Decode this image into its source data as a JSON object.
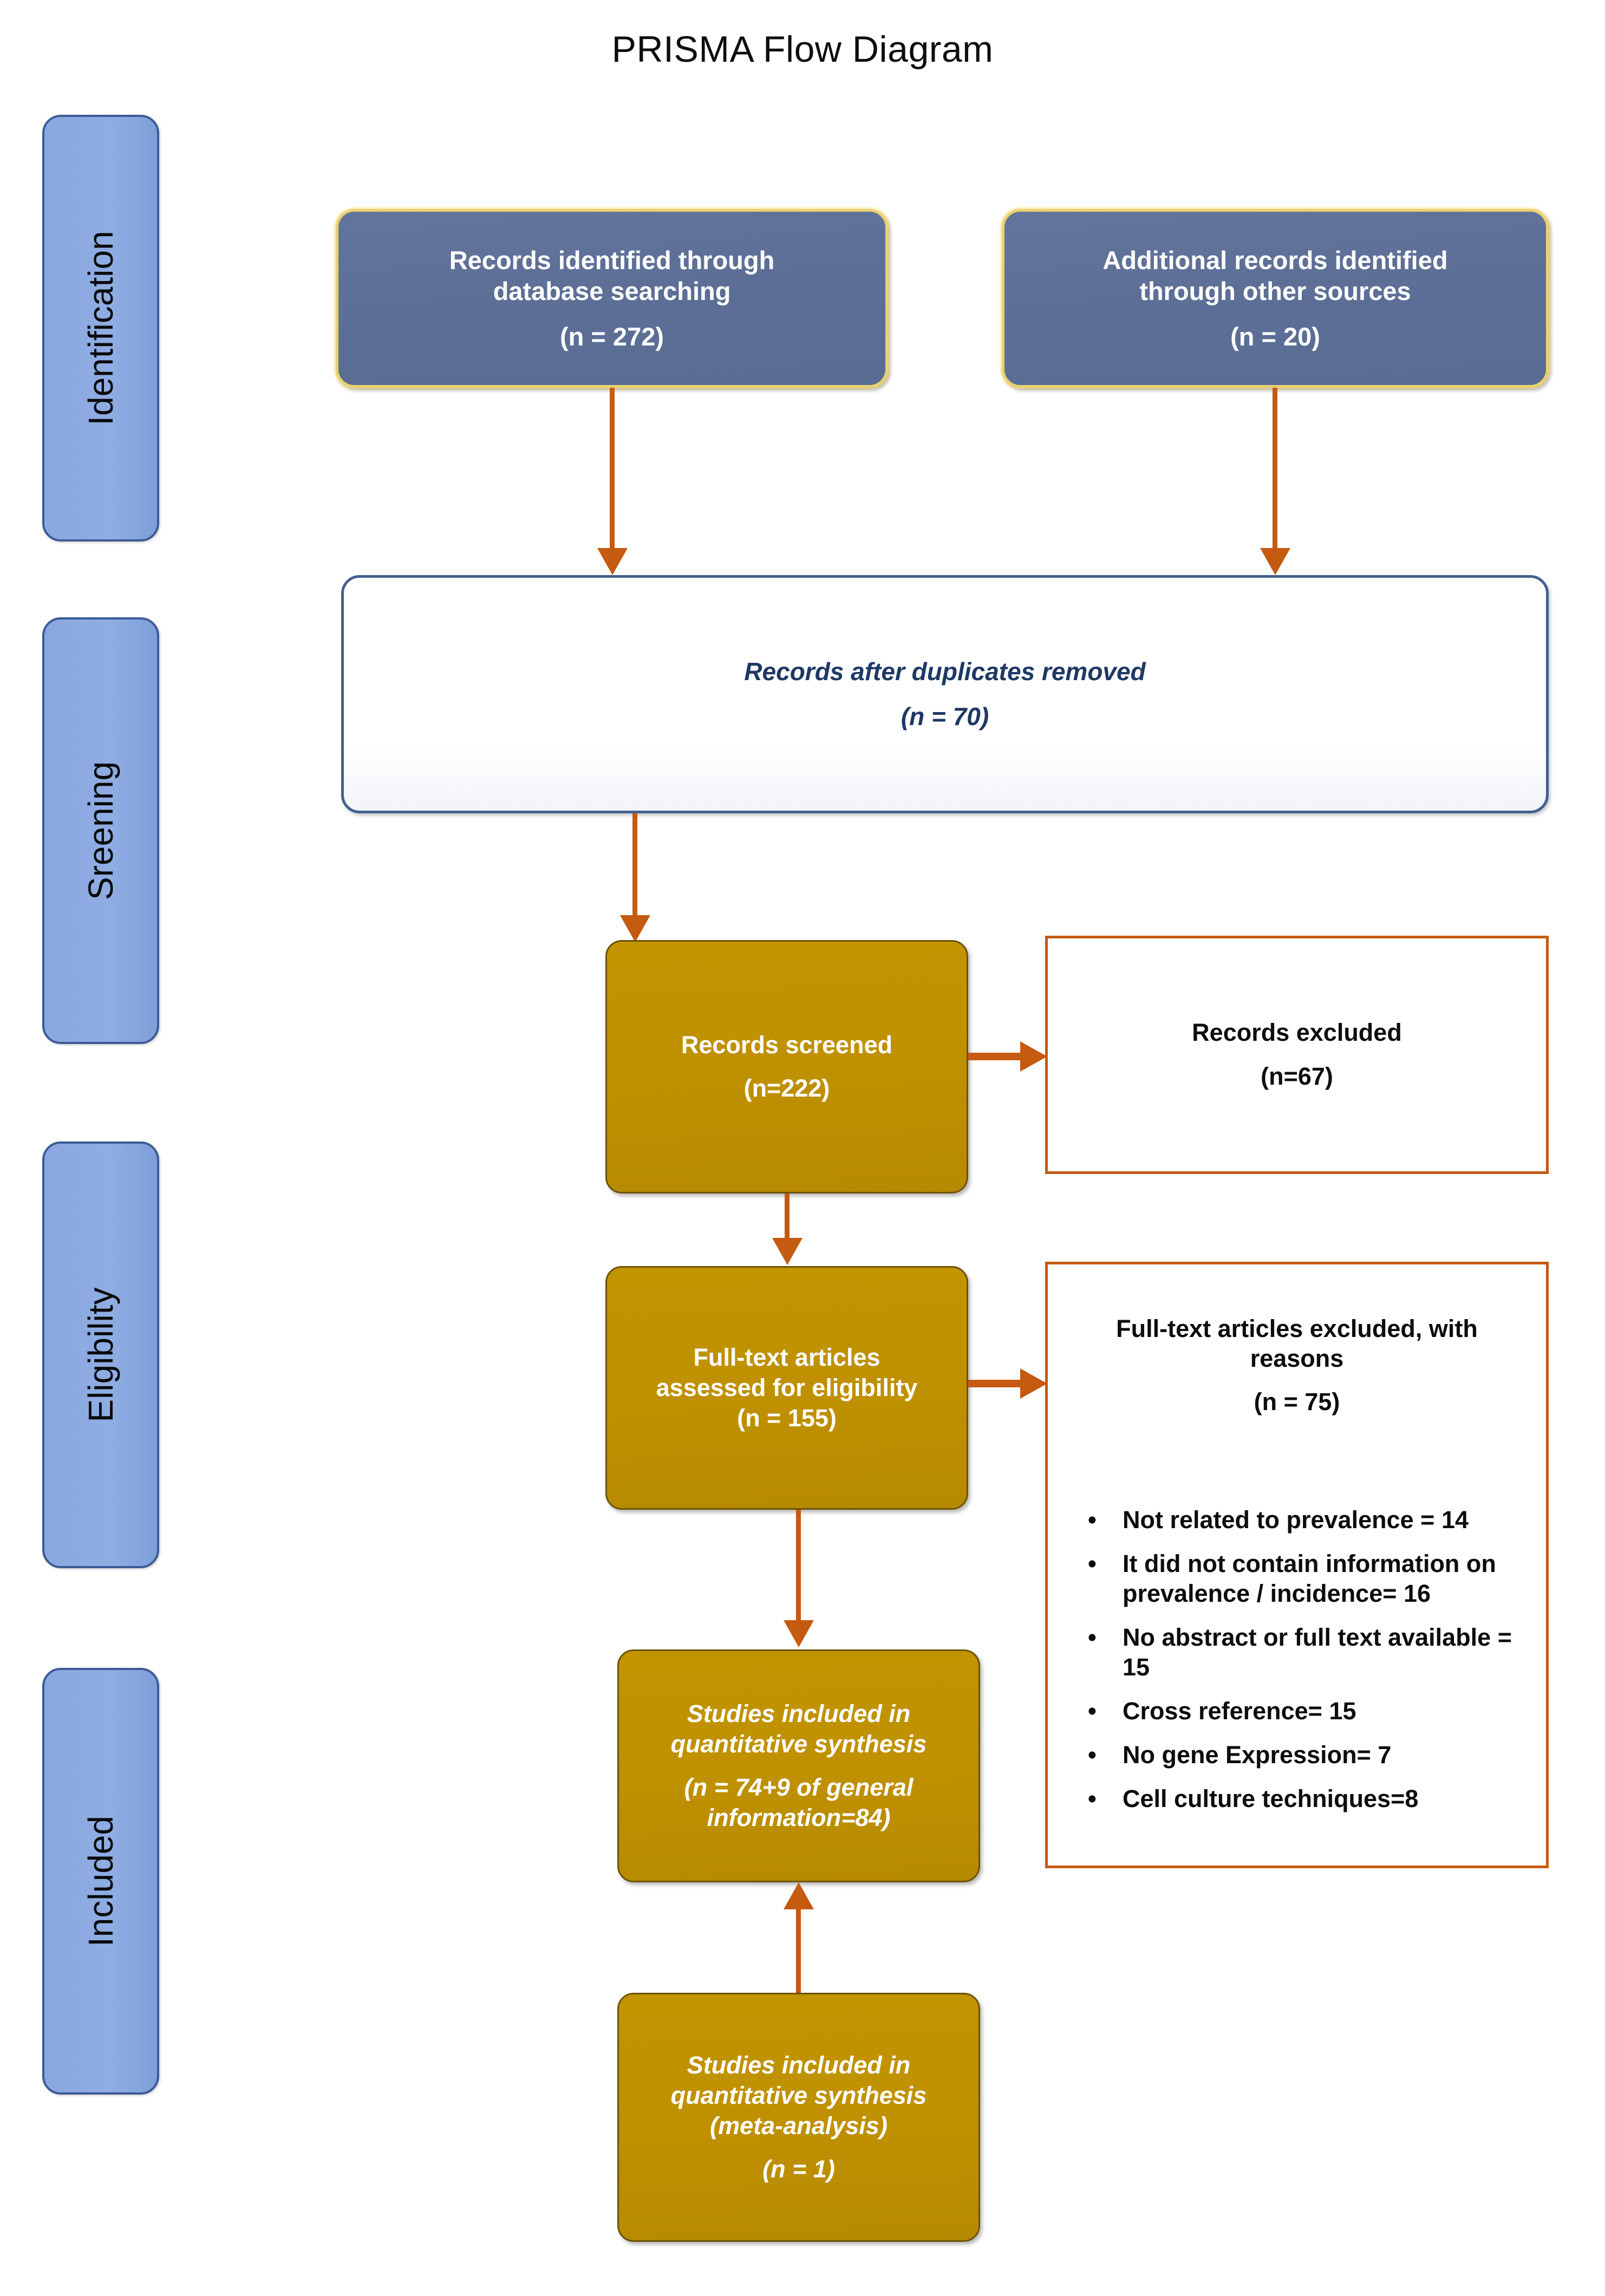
{
  "title": "PRISMA Flow Diagram",
  "colors": {
    "identification_box_fill": "#5d6f96",
    "identification_box_border": "#e8d271",
    "duplicates_box_border": "#45608f",
    "duplicates_text": "#1f3864",
    "gold_box_fill": "#bf9000",
    "exclusion_box_border": "#c55a11",
    "arrow": "#c55a11",
    "stage_label_fill": "#8aa8df",
    "stage_label_border": "#3c5a96",
    "page_background": "#ffffff"
  },
  "stages": [
    {
      "id": "identification",
      "label": "Identification"
    },
    {
      "id": "screening",
      "label": "Sreening"
    },
    {
      "id": "eligibility",
      "label": "Eligibility"
    },
    {
      "id": "included",
      "label": "Included"
    }
  ],
  "nodes": {
    "db_search": {
      "line1": "Records identified through",
      "line2": "database searching",
      "count": "(n = 272)"
    },
    "other_sources": {
      "line1": "Additional records identified",
      "line2": "through other sources",
      "count": "(n = 20)"
    },
    "duplicates_removed": {
      "line1": "Records after duplicates removed",
      "count": "(n = 70)"
    },
    "records_screened": {
      "line1": "Records screened",
      "count": "(n=222)"
    },
    "records_excluded": {
      "line1": "Records excluded",
      "count": "(n=67)"
    },
    "fulltext_assessed": {
      "line1": "Full-text articles",
      "line2": "assessed for eligibility",
      "count": "(n = 155)"
    },
    "fulltext_excluded": {
      "line1": "Full-text articles excluded, with",
      "line2": "reasons",
      "count": "(n = 75)",
      "reasons": [
        "Not related to prevalence = 14",
        "It did not contain information on prevalence / incidence= 16",
        "No abstract or full text available = 15",
        "Cross reference= 15",
        "No gene Expression= 7",
        "Cell culture techniques=8"
      ],
      "bullet_glyph": "•"
    },
    "included_quantitative": {
      "line1": "Studies included in",
      "line2": "quantitative synthesis",
      "count_line1": "(n = 74+9 of general",
      "count_line2": "information=84)"
    },
    "meta_analysis": {
      "line1": "Studies included in",
      "line2": "quantitative synthesis",
      "line3": "(meta-analysis)",
      "count": "(n = 1)"
    }
  },
  "chart_data": {
    "type": "table",
    "title": "PRISMA Flow Diagram",
    "stages": [
      "Identification",
      "Sreening",
      "Eligibility",
      "Included"
    ],
    "flow": [
      {
        "stage": "Identification",
        "label": "Records identified through database searching",
        "n": 272
      },
      {
        "stage": "Identification",
        "label": "Additional records identified through other sources",
        "n": 20
      },
      {
        "stage": "Sreening",
        "label": "Records after duplicates removed",
        "n": 70
      },
      {
        "stage": "Sreening",
        "label": "Records screened",
        "n": 222
      },
      {
        "stage": "Sreening",
        "label": "Records excluded",
        "n": 67
      },
      {
        "stage": "Eligibility",
        "label": "Full-text articles assessed for eligibility",
        "n": 155
      },
      {
        "stage": "Eligibility",
        "label": "Full-text articles excluded, with reasons",
        "n": 75
      },
      {
        "stage": "Included",
        "label": "Studies included in quantitative synthesis",
        "n": 84
      },
      {
        "stage": "Included",
        "label": "Studies included in quantitative synthesis (meta-analysis)",
        "n": 1
      }
    ],
    "exclusion_reasons": [
      {
        "reason": "Not related to prevalence",
        "n": 14
      },
      {
        "reason": "It did not contain information on prevalence / incidence",
        "n": 16
      },
      {
        "reason": "No abstract or full text available",
        "n": 15
      },
      {
        "reason": "Cross reference",
        "n": 15
      },
      {
        "reason": "No gene Expression",
        "n": 7
      },
      {
        "reason": "Cell culture techniques",
        "n": 8
      }
    ]
  }
}
